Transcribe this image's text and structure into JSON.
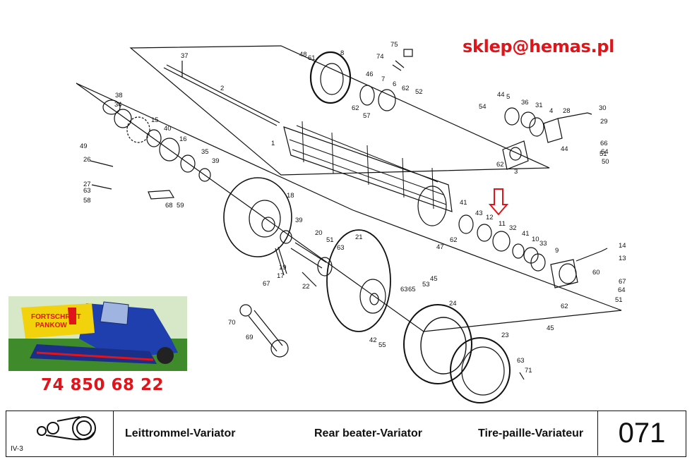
{
  "contact": {
    "email": "sklep@hemas.pl",
    "phone": "74 850 68 22"
  },
  "badge": {
    "line1": "FORTSCHRITT",
    "line2": "PANKOW"
  },
  "footer": {
    "code": "IV-3",
    "title_de": "Leittrommel-Variator",
    "title_en": "Rear beater-Variator",
    "title_fr": "Tire-paille-Variateur",
    "page_number": "071"
  },
  "colors": {
    "accent_red": "#e0151b",
    "machine_blue": "#1f3fae",
    "field_green": "#3f8a2a",
    "badge_yellow": "#f2d20d"
  },
  "part_labels": [
    "1",
    "2",
    "3",
    "4",
    "5",
    "6",
    "7",
    "8",
    "9",
    "10",
    "11",
    "12",
    "13",
    "14",
    "15",
    "16",
    "17",
    "18",
    "19",
    "20",
    "21",
    "22",
    "23",
    "24",
    "26",
    "27",
    "28",
    "29",
    "30",
    "31",
    "32",
    "33",
    "34",
    "35",
    "36",
    "37",
    "38",
    "39",
    "39",
    "40",
    "41",
    "41",
    "42",
    "43",
    "44",
    "44",
    "45",
    "45",
    "46",
    "47",
    "48",
    "49",
    "50",
    "51",
    "51",
    "51",
    "52",
    "53",
    "54",
    "55",
    "57",
    "58",
    "59",
    "60",
    "61",
    "62",
    "62",
    "62",
    "62",
    "62",
    "63",
    "63",
    "63",
    "63",
    "64",
    "64",
    "65",
    "66",
    "67",
    "67",
    "68",
    "69",
    "70",
    "71",
    "74",
    "75"
  ]
}
